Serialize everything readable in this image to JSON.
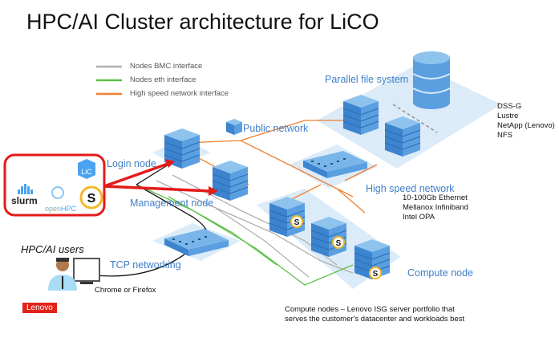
{
  "title": "HPC/AI Cluster architecture for LiCO",
  "legend": [
    {
      "label": "Nodes BMC interface",
      "color": "#b0b0b0"
    },
    {
      "label": "Nodes eth interface",
      "color": "#5cbf4a"
    },
    {
      "label": "High speed network interface",
      "color": "#f08030"
    }
  ],
  "nodes": {
    "parallel_fs": "Parallel file system",
    "public_network": "Public network",
    "login": "Login node",
    "management": "Management node",
    "high_speed": "High speed network",
    "tcp": "TCP networking",
    "compute": "Compute node"
  },
  "storage_options": [
    "DSS-G",
    "Lustre",
    "NetApp (Lenovo)",
    "NFS"
  ],
  "network_options": [
    "10-100Gb Ethernet",
    "Mellanox Infiniband",
    "Intel OPA"
  ],
  "users": {
    "label": "HPC/AI users",
    "browser": "Chrome or Firefox"
  },
  "compute_note": [
    "Compute nodes – Lenovo ISG server portfolio that",
    "serves the customer's datacenter and workloads best"
  ],
  "logos": {
    "slurm": "slurm",
    "openhpc": "openHPC",
    "lico": "LiC",
    "lenovo": "Lenovo"
  },
  "colors": {
    "accent": "#3f7fc8",
    "highlight": "#e51a1a",
    "lenovo": "#e2231a"
  }
}
